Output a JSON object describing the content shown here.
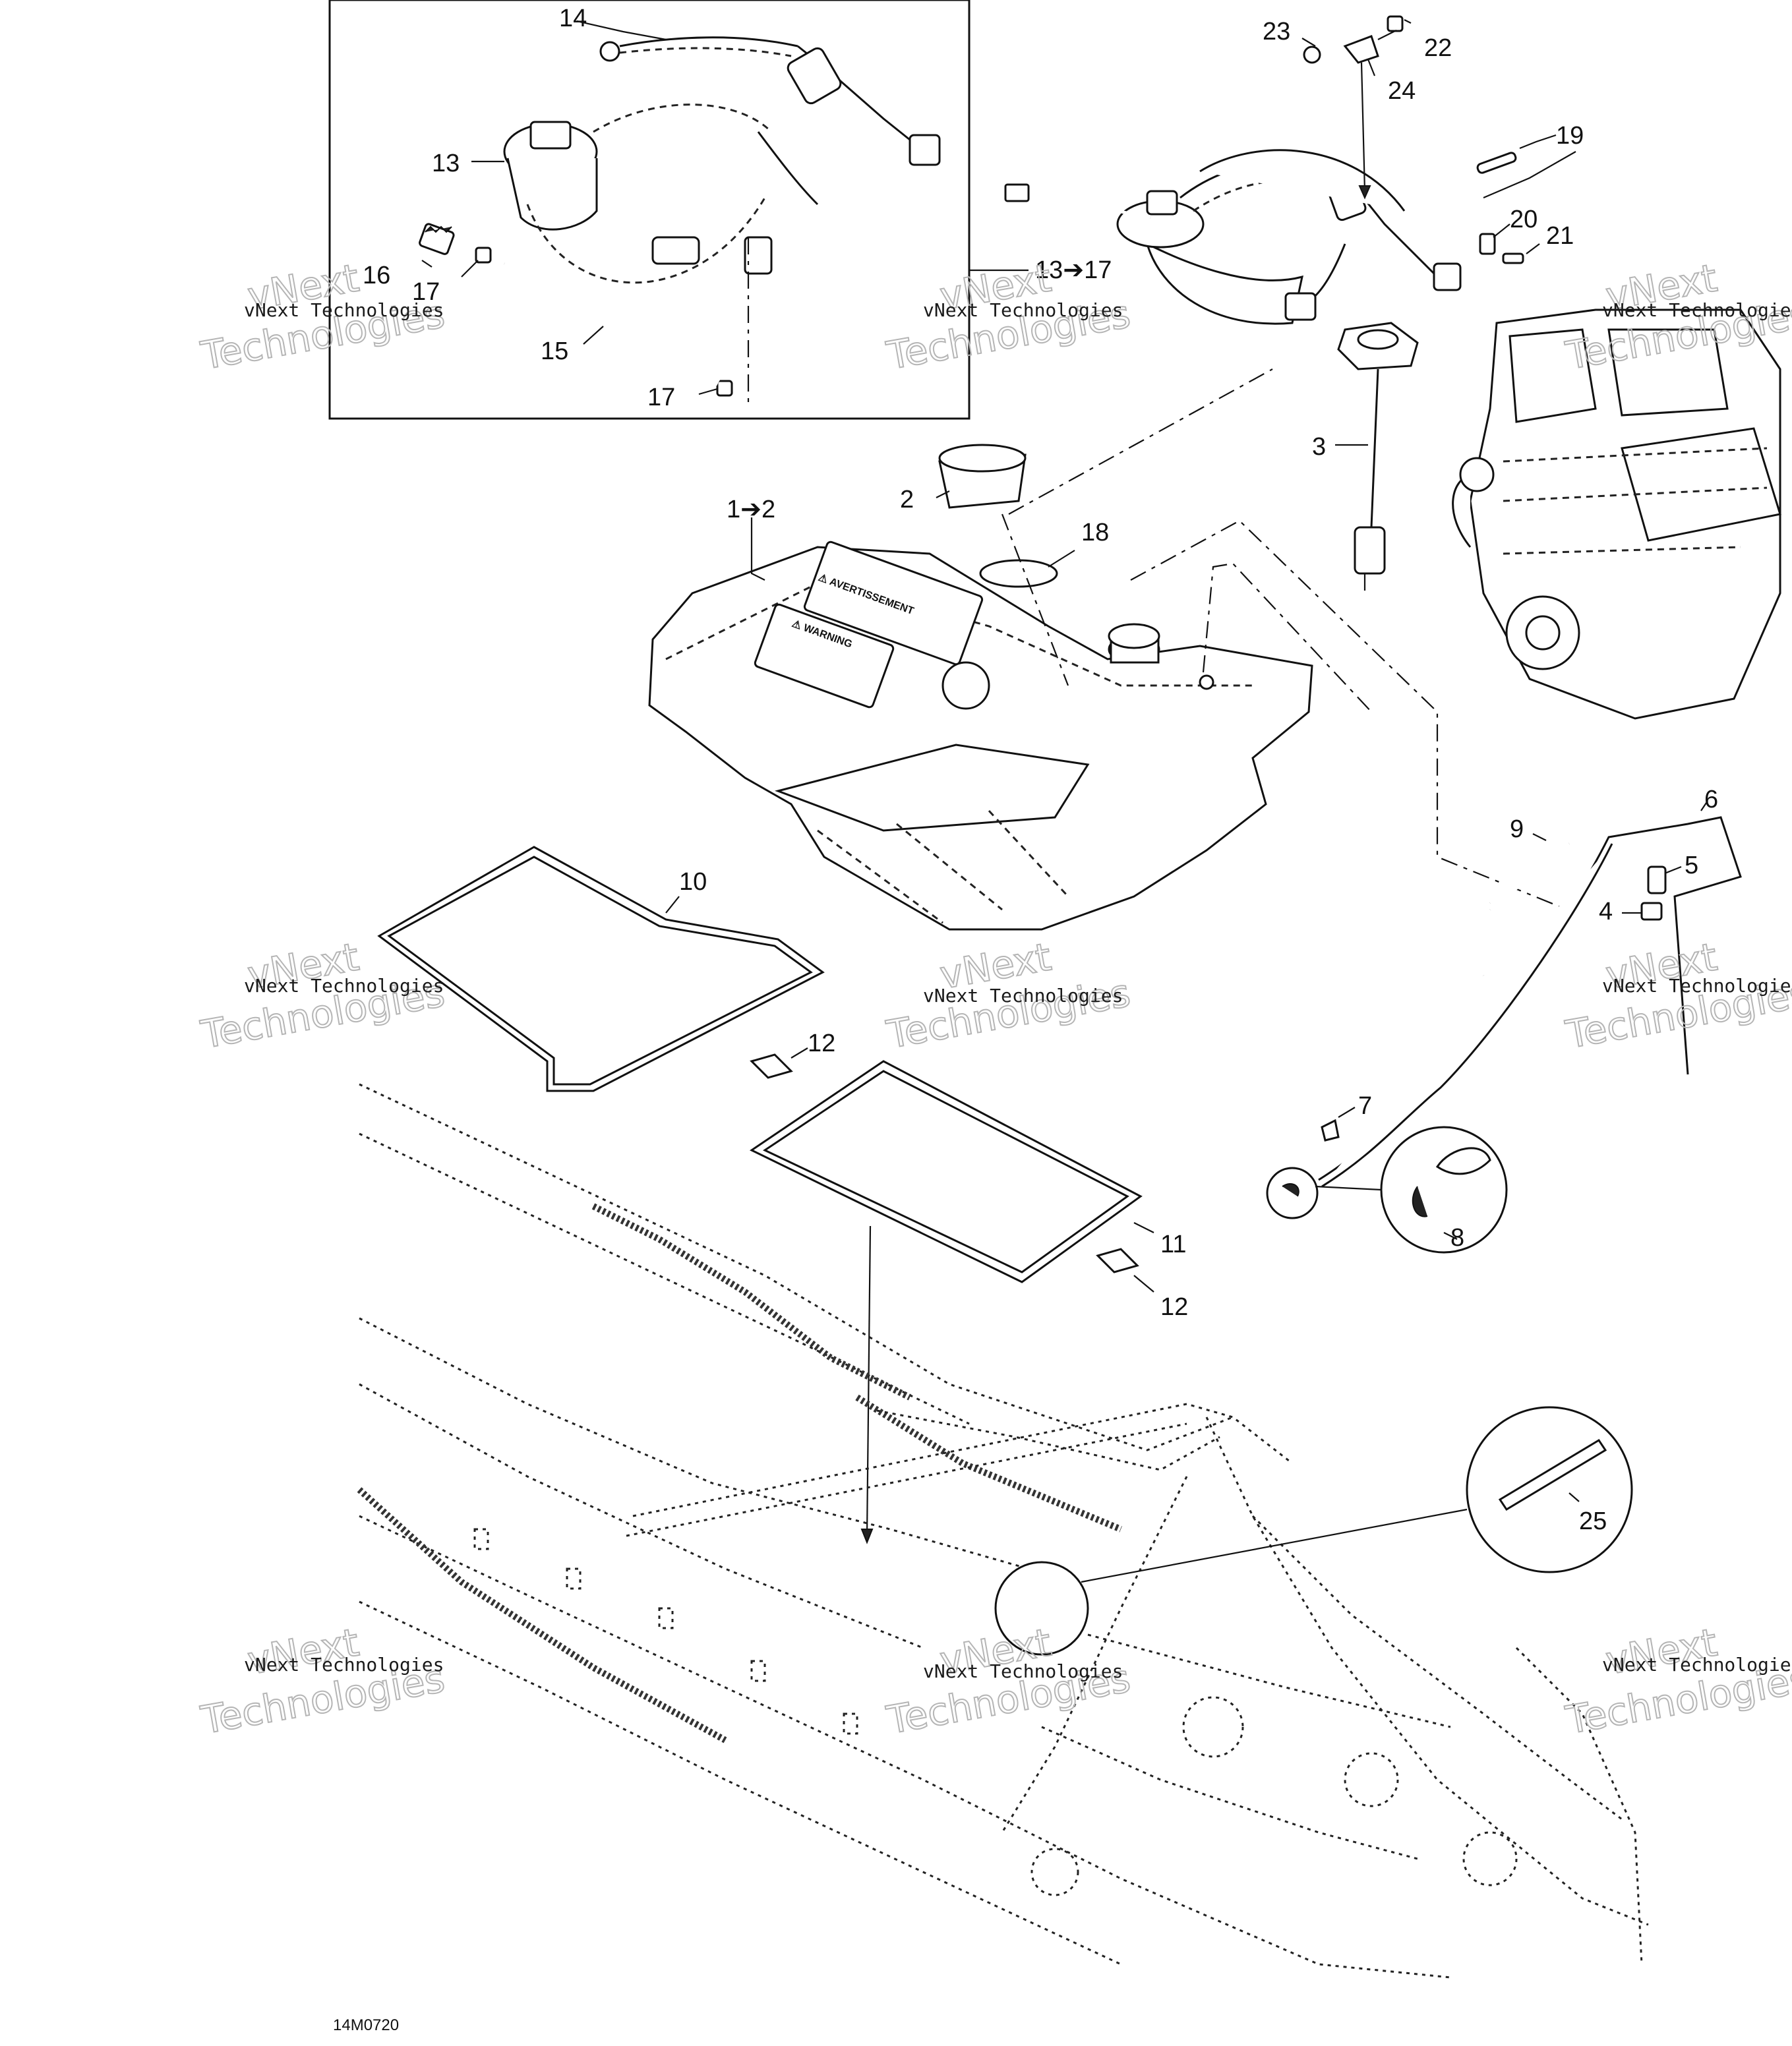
{
  "diagram": {
    "figure_code": "14M0720",
    "watermark": {
      "line_small": "vNext Technologies",
      "line_big_1": "vNext",
      "line_big_2": "Technologies"
    },
    "callouts": {
      "c1_2": "1➔2",
      "c2": "2",
      "c3": "3",
      "c4": "4",
      "c5": "5",
      "c6": "6",
      "c7": "7",
      "c8": "8",
      "c9": "9",
      "c10": "10",
      "c11": "11",
      "c12a": "12",
      "c12b": "12",
      "c13": "13",
      "c13_17": "13➔17",
      "c14": "14",
      "c15": "15",
      "c16": "16",
      "c17a": "17",
      "c17b": "17",
      "c18": "18",
      "c19": "19",
      "c20": "20",
      "c21": "21",
      "c22": "22",
      "c23": "23",
      "c24": "24",
      "c25": "25"
    },
    "tank_labels": {
      "warning": "⚠ WARNING",
      "avertissement": "⚠ AVERTISSEMENT"
    }
  }
}
